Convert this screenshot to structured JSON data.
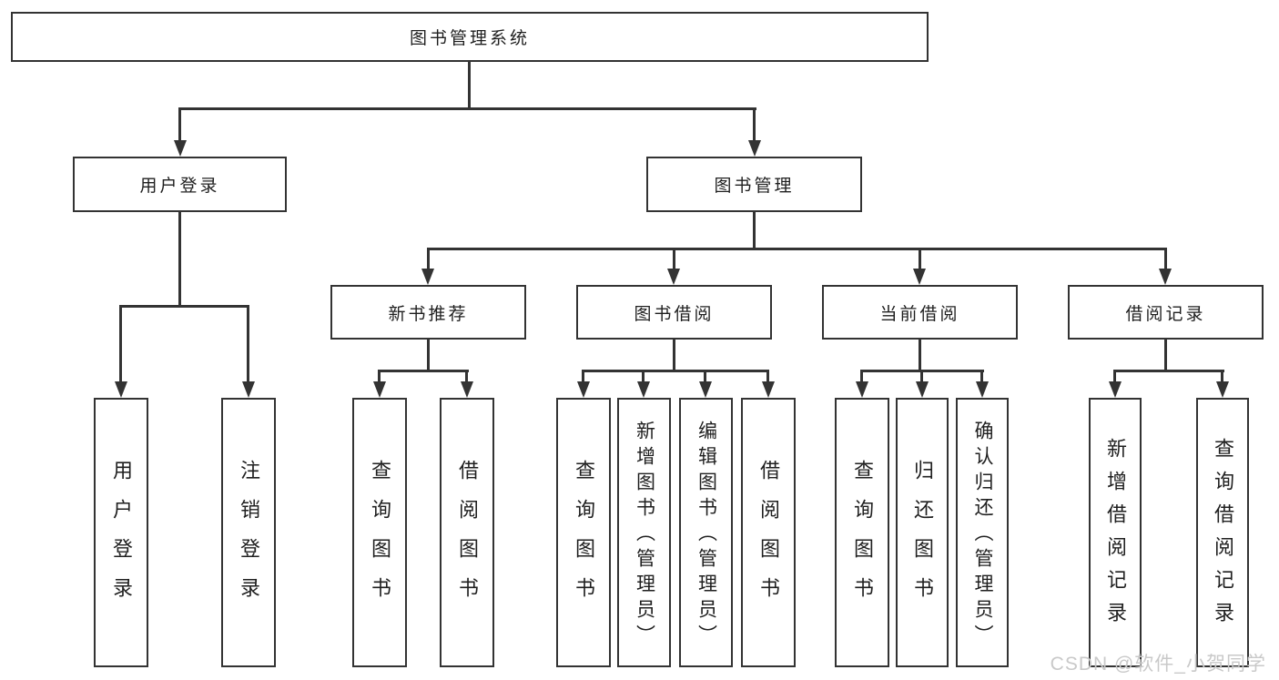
{
  "colors": {
    "line": "#333333",
    "border": "#333333",
    "text": "#1f1f1f",
    "background": "#ffffff",
    "watermark": "#c9c9c9"
  },
  "tree": {
    "root": {
      "label": "图书管理系统"
    },
    "branches": [
      {
        "label": "用户登录",
        "children": [
          {
            "label": "用户登录"
          },
          {
            "label": "注销登录"
          }
        ]
      },
      {
        "label": "图书管理",
        "children": [
          {
            "label": "新书推荐",
            "children": [
              {
                "label": "查询图书"
              },
              {
                "label": "借阅图书"
              }
            ]
          },
          {
            "label": "图书借阅",
            "children": [
              {
                "label": "查询图书"
              },
              {
                "label": "新增图书（管理员）"
              },
              {
                "label": "编辑图书（管理员）"
              },
              {
                "label": "借阅图书"
              }
            ]
          },
          {
            "label": "当前借阅",
            "children": [
              {
                "label": "查询图书"
              },
              {
                "label": "归还图书"
              },
              {
                "label": "确认归还（管理员）"
              }
            ]
          },
          {
            "label": "借阅记录",
            "children": [
              {
                "label": "新增借阅记录"
              },
              {
                "label": "查询借阅记录"
              }
            ]
          }
        ]
      }
    ]
  },
  "watermark": {
    "text": "CSDN @软件_小贺同学"
  }
}
